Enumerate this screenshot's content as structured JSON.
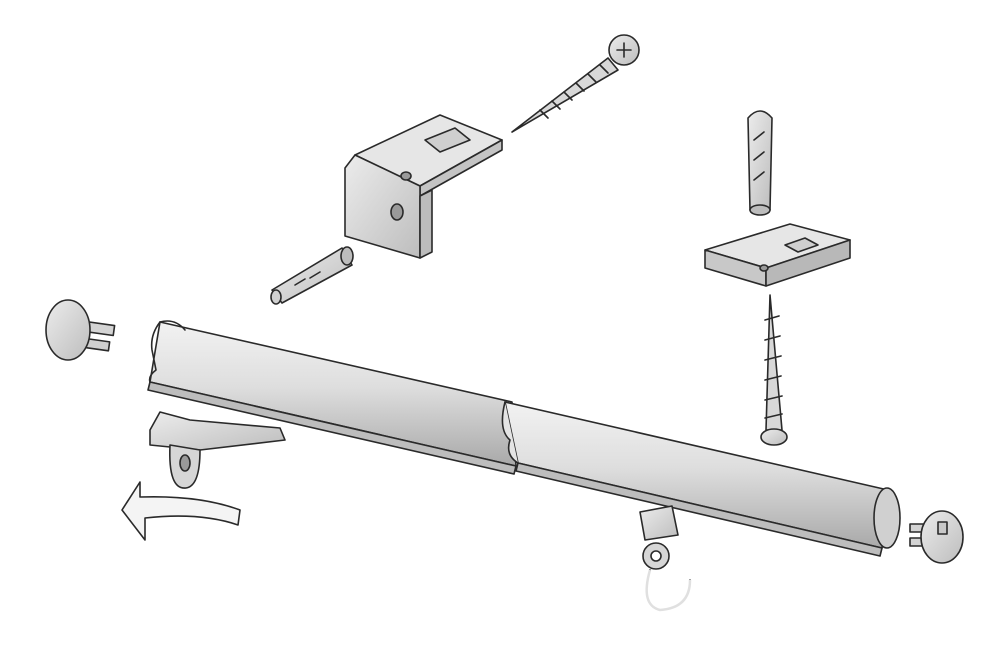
{
  "colors": {
    "background": "#ffffff",
    "part_fill": "#d9d9d9",
    "part_light": "#ececec",
    "part_shade": "#b5b5b5",
    "outline": "#2a2a2a",
    "arrow_fill": "#f4f4f4"
  },
  "icons": [
    "curtain-rail",
    "end-cap",
    "l-bracket",
    "screw",
    "wall-plug",
    "ceiling-clip",
    "glider",
    "hook-glider",
    "direction-arrow"
  ]
}
